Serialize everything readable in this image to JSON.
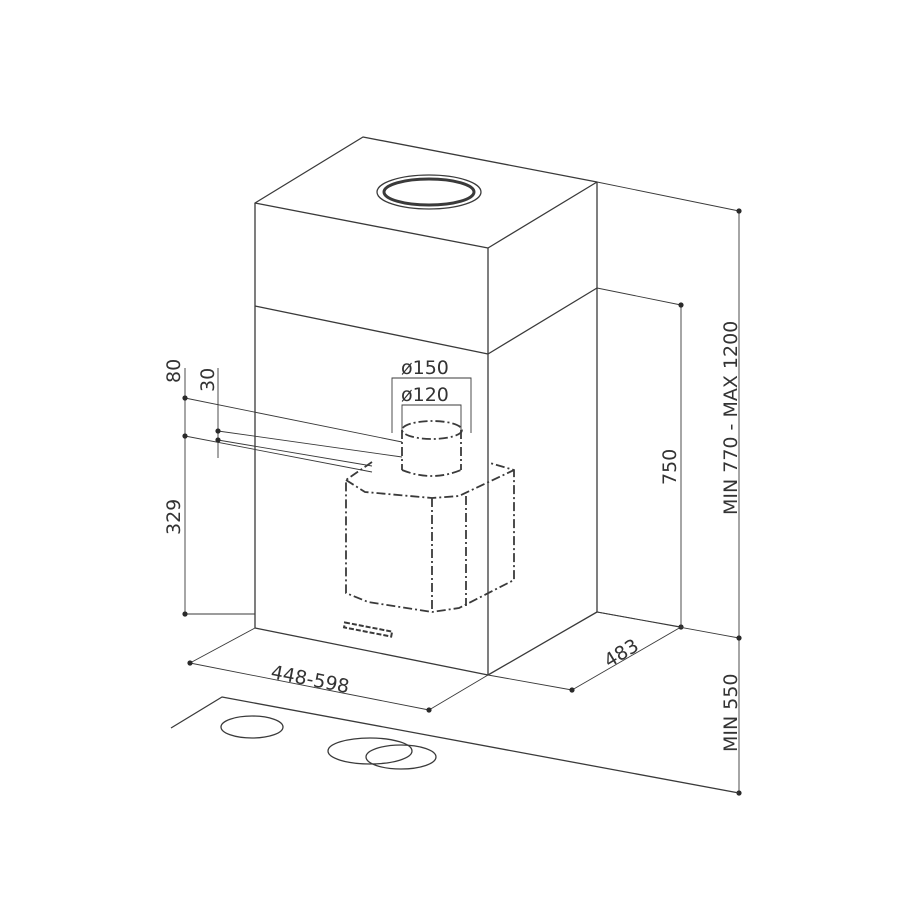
{
  "labels": {
    "duct_outer": "ø150",
    "duct_inner": "ø120",
    "dim_80": "80",
    "dim_30": "30",
    "dim_329": "329",
    "dim_750": "750",
    "dim_width": "448-598",
    "dim_depth": "483",
    "dim_total": "MIN 770 - MAX 1200",
    "dim_clearance": "MIN 550"
  },
  "colors": {
    "line": "#3a3a3a",
    "text": "#333333",
    "background": "#ffffff"
  }
}
